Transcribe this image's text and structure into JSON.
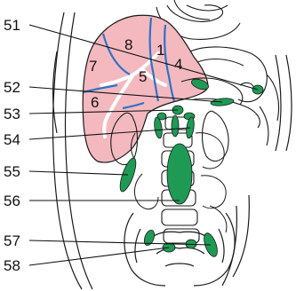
{
  "figure": {
    "callouts": [
      {
        "id": "c51",
        "label": "51"
      },
      {
        "id": "c52",
        "label": "52"
      },
      {
        "id": "c53",
        "label": "53"
      },
      {
        "id": "c54",
        "label": "54"
      },
      {
        "id": "c55",
        "label": "55"
      },
      {
        "id": "c56",
        "label": "56"
      },
      {
        "id": "c57",
        "label": "57"
      },
      {
        "id": "c58",
        "label": "58"
      }
    ],
    "segments": [
      {
        "id": "s1",
        "label": "1"
      },
      {
        "id": "s4",
        "label": "4"
      },
      {
        "id": "s5",
        "label": "5"
      },
      {
        "id": "s6",
        "label": "6"
      },
      {
        "id": "s7",
        "label": "7"
      },
      {
        "id": "s8",
        "label": "8"
      }
    ],
    "colors": {
      "liver_fill": "#f3b9bf",
      "highlight": "#1e9a55",
      "segment_lines": "#2f72c8",
      "outline": "#1a1a1a",
      "background": "#ffffff"
    }
  }
}
